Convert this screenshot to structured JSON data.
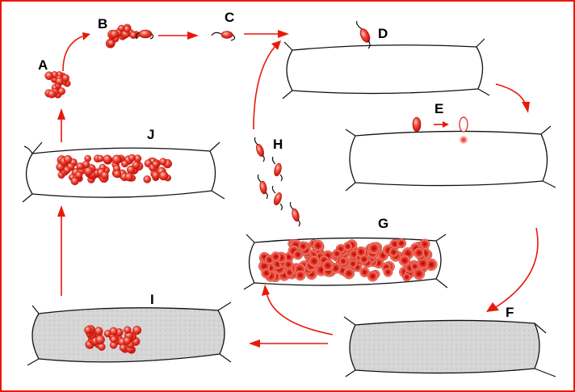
{
  "labels": {
    "A": "A",
    "B": "B",
    "C": "C",
    "D": "D",
    "E": "E",
    "F": "F",
    "G": "G",
    "H": "H",
    "I": "I",
    "J": "J"
  },
  "colors": {
    "accent": "#e8190a",
    "frame": "#e8190a",
    "cell_outline": "#111111",
    "cytoplasm": "#d9d9d9",
    "spore": "#f2372b"
  }
}
